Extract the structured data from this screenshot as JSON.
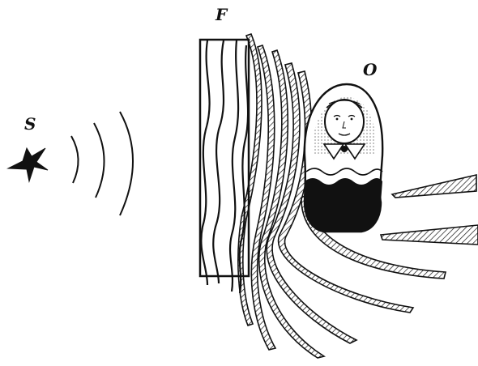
{
  "labels": {
    "source": "S",
    "filter": "F",
    "object": "O"
  },
  "colors": {
    "ink": "#111111",
    "background": "#ffffff"
  }
}
